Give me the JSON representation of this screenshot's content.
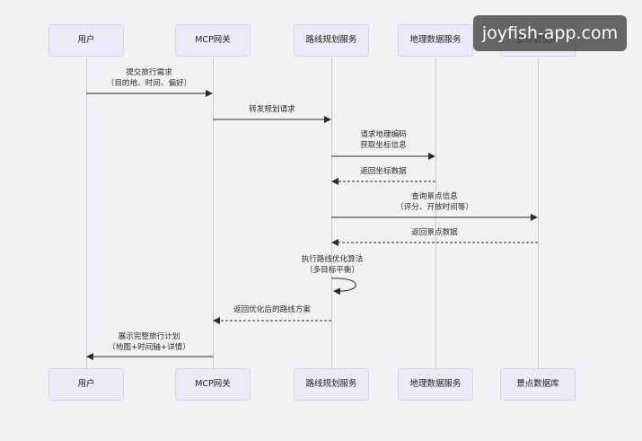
{
  "participants": [
    "用户",
    "MCP网关",
    "路线规划服务",
    "地理数据服务",
    "景点数据库"
  ],
  "messages": [
    {
      "line1": "提交旅行需求",
      "line2": "（目的地、时间、偏好）"
    },
    {
      "line1": "转发规划请求",
      "line2": ""
    },
    {
      "line1": "请求地理编码",
      "line2": "获取坐标信息"
    },
    {
      "line1": "返回坐标数据",
      "line2": ""
    },
    {
      "line1": "查询景点信息",
      "line2": "（评分、开放时间等）"
    },
    {
      "line1": "返回景点数据",
      "line2": ""
    },
    {
      "line1": "执行路线优化算法",
      "line2": "（多目标平衡）"
    },
    {
      "line1": "返回优化后的路线方案",
      "line2": ""
    },
    {
      "line1": "展示完整旅行计划",
      "line2": "（地图+时间轴+详情）"
    }
  ],
  "watermark": "joyfish-app.com"
}
